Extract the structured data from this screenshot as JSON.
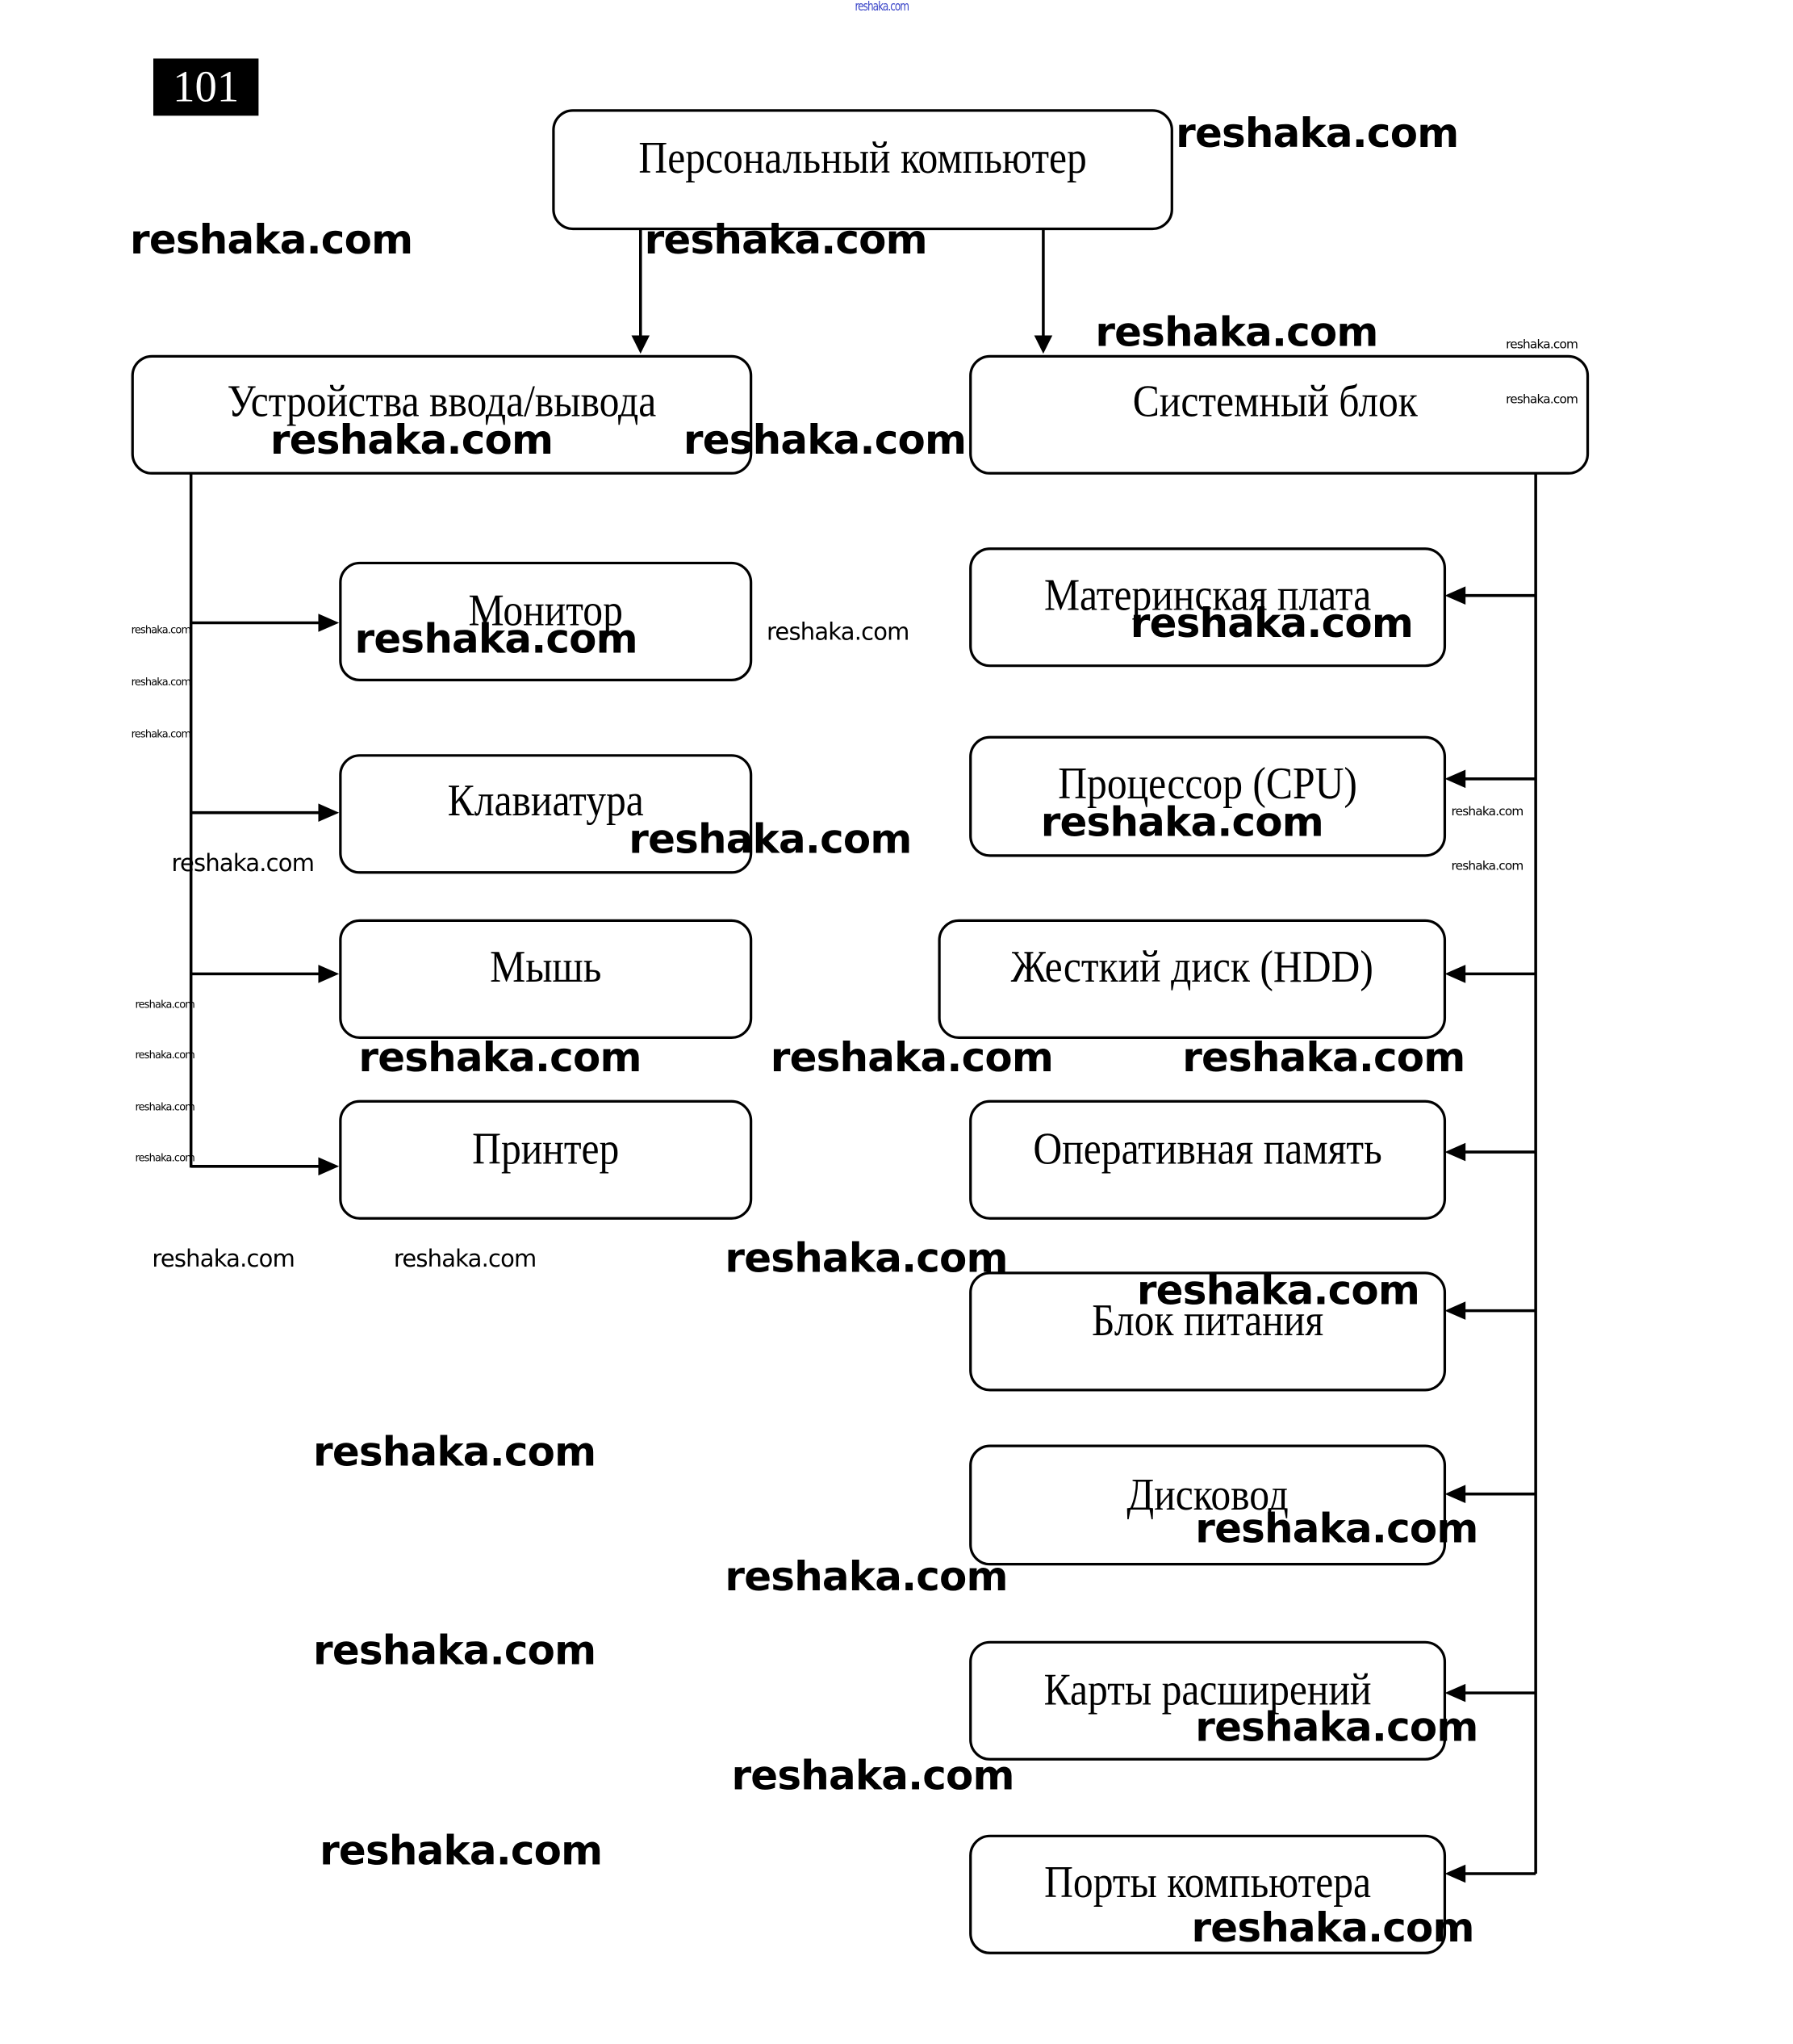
{
  "page_number": "101",
  "top_watermark": "reshaka.com",
  "diagram": {
    "root": {
      "label": "Персональный компьютер"
    },
    "branches": [
      {
        "label": "Устройства ввода/вывода",
        "children": [
          "Монитор",
          "Клавиатура",
          "Мышь",
          "Принтер"
        ]
      },
      {
        "label": "Системный блок",
        "children": [
          "Материнская плата",
          "Процессор (CPU)",
          "Жесткий диск (HDD)",
          "Оперативная память",
          "Блок питания",
          "Дисковод",
          "Карты расширений",
          "Порты компьютера"
        ]
      }
    ]
  },
  "watermark_text": "reshaka.com"
}
